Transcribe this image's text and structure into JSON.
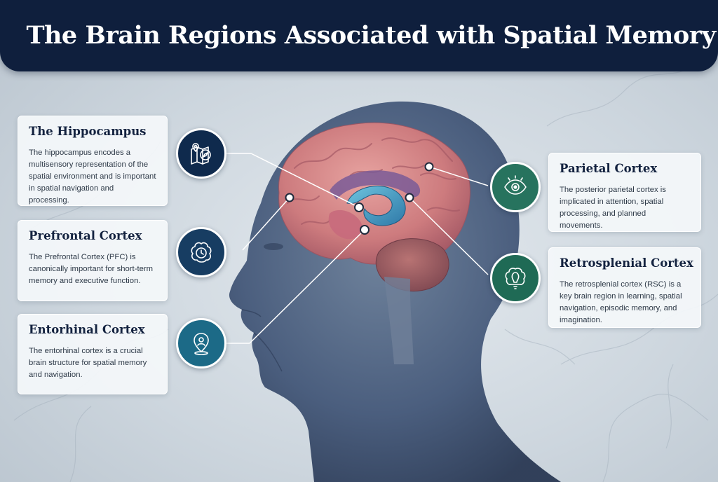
{
  "title": "The Brain Regions Associated with Spatial Memory",
  "colors": {
    "navy": "#0f1f3d",
    "teal": "#1c6a87",
    "green": "#27735e",
    "card_bg": "#f4f7fa"
  },
  "regions": {
    "hippocampus": {
      "title": "The Hippocampus",
      "description": "The hippocampus encodes a multisensory representation of the spatial environment and is important in spatial navigation and processing.",
      "icon": "map-compass-icon"
    },
    "prefrontal": {
      "title": "Prefrontal Cortex",
      "description": "The Prefrontal Cortex (PFC) is canonically important for short-term memory and executive function.",
      "icon": "brain-clock-icon"
    },
    "entorhinal": {
      "title": "Entorhinal Cortex",
      "description": "The entorhinal cortex is a crucial brain structure for spatial memory and navigation.",
      "icon": "location-pin-icon"
    },
    "parietal": {
      "title": "Parietal Cortex",
      "description": "The posterior parietal cortex is implicated in attention, spatial processing, and planned movements.",
      "icon": "eye-icon"
    },
    "retrosplenial": {
      "title": "Retrosplenial Cortex",
      "description": "The retrosplenial cortex (RSC) is a key brain region in learning, spatial navigation, episodic memory, and imagination.",
      "icon": "brain-lightbulb-icon"
    }
  }
}
